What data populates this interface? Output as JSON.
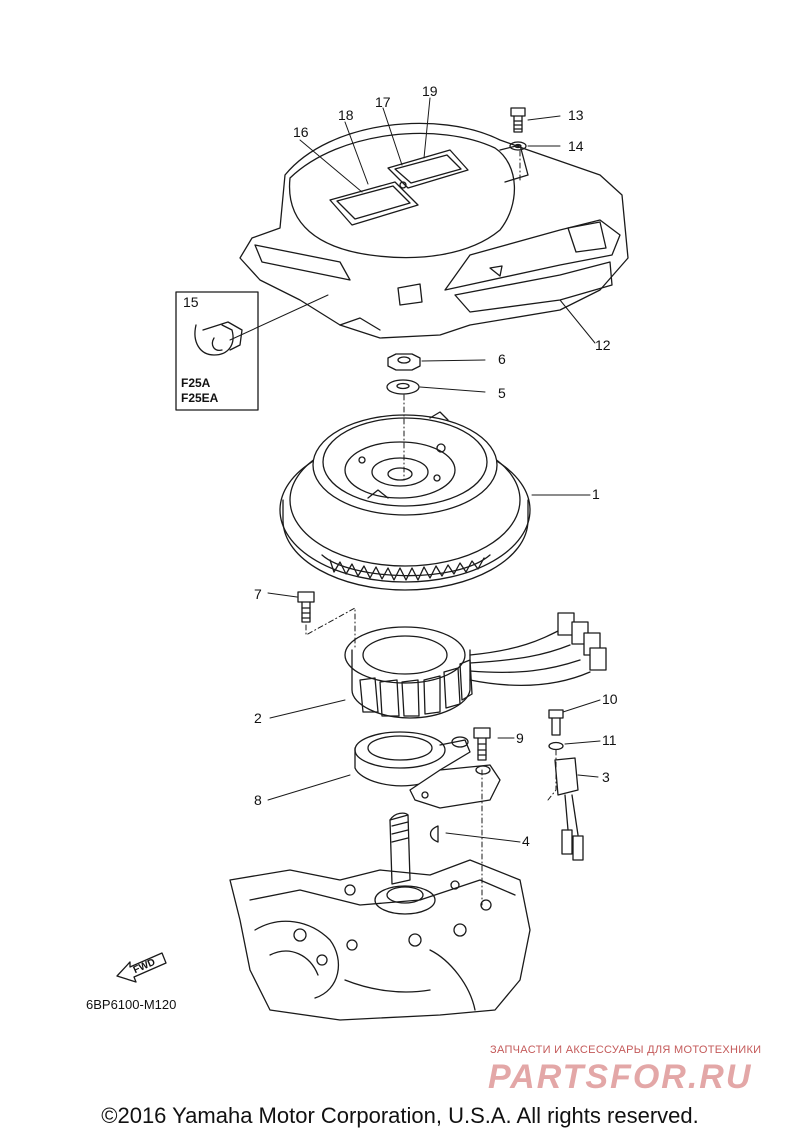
{
  "callouts": [
    {
      "id": "16",
      "text": "16"
    },
    {
      "id": "18",
      "text": "18"
    },
    {
      "id": "17",
      "text": "17"
    },
    {
      "id": "19",
      "text": "19"
    },
    {
      "id": "13",
      "text": "13"
    },
    {
      "id": "14",
      "text": "14"
    },
    {
      "id": "15",
      "text": "15"
    },
    {
      "id": "12",
      "text": "12"
    },
    {
      "id": "6",
      "text": "6"
    },
    {
      "id": "5",
      "text": "5"
    },
    {
      "id": "1",
      "text": "1"
    },
    {
      "id": "7",
      "text": "7"
    },
    {
      "id": "2",
      "text": "2"
    },
    {
      "id": "10",
      "text": "10"
    },
    {
      "id": "9",
      "text": "9"
    },
    {
      "id": "11",
      "text": "11"
    },
    {
      "id": "3",
      "text": "3"
    },
    {
      "id": "8",
      "text": "8"
    },
    {
      "id": "4",
      "text": "4"
    }
  ],
  "inset": {
    "line1": "F25A",
    "line2": "F25EA"
  },
  "fwd_label": "FWD",
  "diagram_code": "6BP6100-M120",
  "watermark": {
    "tagline": "ЗАПЧАСТИ И АКСЕССУАРЫ ДЛЯ МОТОТЕХНИКИ",
    "brand": "PARTSFOR.RU"
  },
  "copyright": "©2016 Yamaha Motor Corporation, U.S.A. All rights reserved.",
  "colors": {
    "line": "#1a1a1a",
    "watermark": "#e3a7a7"
  }
}
